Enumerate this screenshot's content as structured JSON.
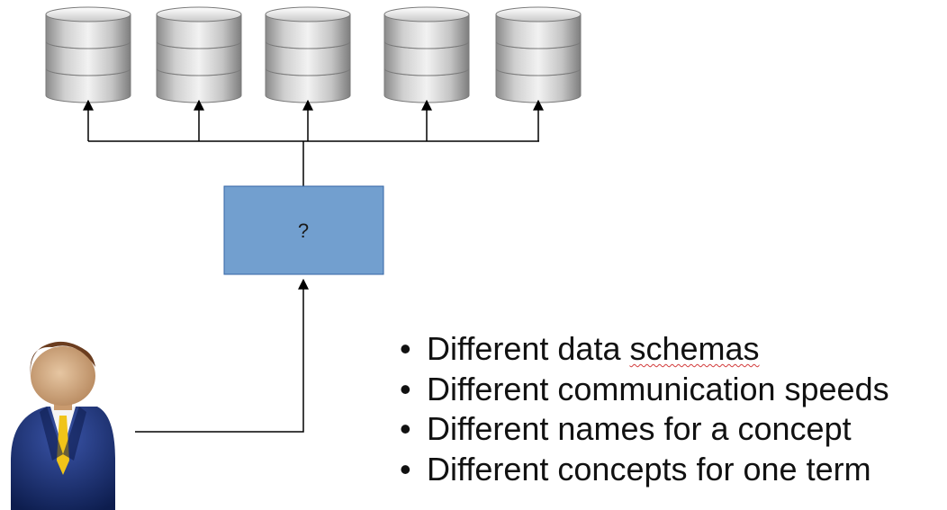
{
  "diagram": {
    "databases": [
      {
        "id": "db-1"
      },
      {
        "id": "db-2"
      },
      {
        "id": "db-3"
      },
      {
        "id": "db-4"
      },
      {
        "id": "db-5"
      }
    ],
    "mediator_label": "?",
    "mediator_color": "#729fcf",
    "user_icon": "businessman-icon"
  },
  "bullets": [
    {
      "pre": "Different data ",
      "flagged": "schemas",
      "post": ""
    },
    {
      "pre": "Different communication speeds",
      "flagged": "",
      "post": ""
    },
    {
      "pre": "Different names for a concept",
      "flagged": "",
      "post": ""
    },
    {
      "pre": "Different concepts for one term",
      "flagged": "",
      "post": ""
    }
  ]
}
